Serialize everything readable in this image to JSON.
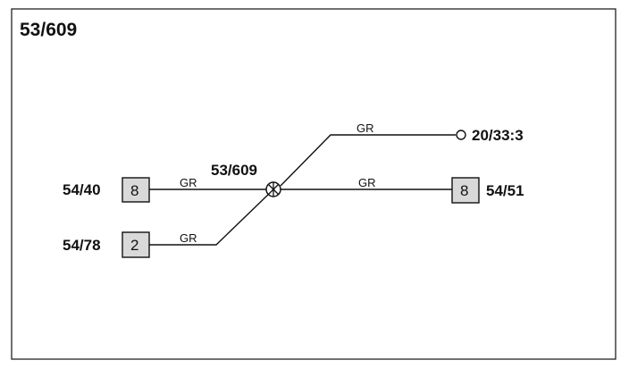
{
  "title": "53/609",
  "splice": {
    "label": "53/609"
  },
  "connectors": {
    "left_top": {
      "label": "54/40",
      "pin": "8"
    },
    "left_bottom": {
      "label": "54/78",
      "pin": "2"
    },
    "right_bottom": {
      "label": "54/51",
      "pin": "8"
    },
    "right_top": {
      "label": "20/33:3"
    }
  },
  "wires": {
    "w1": {
      "color": "GR"
    },
    "w2": {
      "color": "GR"
    },
    "w3": {
      "color": "GR"
    },
    "w4": {
      "color": "GR"
    }
  }
}
